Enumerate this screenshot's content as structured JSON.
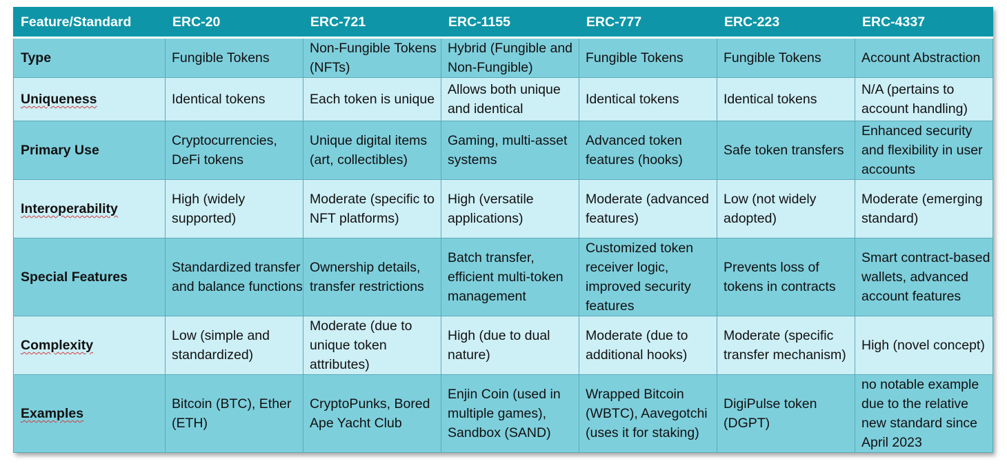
{
  "table": {
    "headers": [
      "Feature/Standard",
      "ERC-20",
      "ERC-721",
      "ERC-1155",
      "ERC-777",
      "ERC-223",
      "ERC-4337"
    ],
    "rows": [
      {
        "label": "Type",
        "cells": [
          "Fungible Tokens",
          "Non-Fungible Tokens (NFTs)",
          "Hybrid (Fungible and Non-Fungible)",
          "Fungible Tokens",
          "Fungible Tokens",
          "Account Abstraction"
        ]
      },
      {
        "label": "Uniqueness",
        "cells": [
          "Identical tokens",
          "Each token is unique",
          "Allows both unique and identical",
          "Identical tokens",
          "Identical tokens",
          "N/A (pertains to account handling)"
        ]
      },
      {
        "label": "Primary Use",
        "cells": [
          "Cryptocurrencies, DeFi tokens",
          "Unique digital items (art, collectibles)",
          "Gaming, multi-asset systems",
          "Advanced token features (hooks)",
          "Safe token transfers",
          "Enhanced security and flexibility in user accounts"
        ]
      },
      {
        "label": "Interoperability",
        "cells": [
          "High (widely supported)",
          "Moderate (specific to NFT platforms)",
          "High (versatile applications)",
          "Moderate (advanced features)",
          "Low (not widely adopted)",
          "Moderate (emerging standard)"
        ]
      },
      {
        "label": "Special Features",
        "cells": [
          "Standardized transfer and balance functions",
          "Ownership details, transfer restrictions",
          "Batch transfer, efficient multi-token management",
          "Customized token receiver logic, improved security features",
          "Prevents loss of tokens in contracts",
          "Smart contract-based wallets, advanced account features"
        ]
      },
      {
        "label": "Complexity",
        "cells": [
          "Low (simple and standardized)",
          "Moderate (due to unique token attributes)",
          "High (due to dual nature)",
          "Moderate (due to additional hooks)",
          "Moderate (specific transfer mechanism)",
          "High (novel concept)"
        ]
      },
      {
        "label": "Examples",
        "cells": [
          "Bitcoin (BTC), Ether (ETH)",
          "CryptoPunks, Bored Ape Yacht Club",
          "Enjin Coin (used in multiple games), Sandbox (SAND)",
          "Wrapped Bitcoin (WBTC), Aavegotchi (uses it for staking)",
          "DigiPulse token (DGPT)",
          "no notable example due to the relative new standard since April 2023"
        ]
      }
    ]
  }
}
